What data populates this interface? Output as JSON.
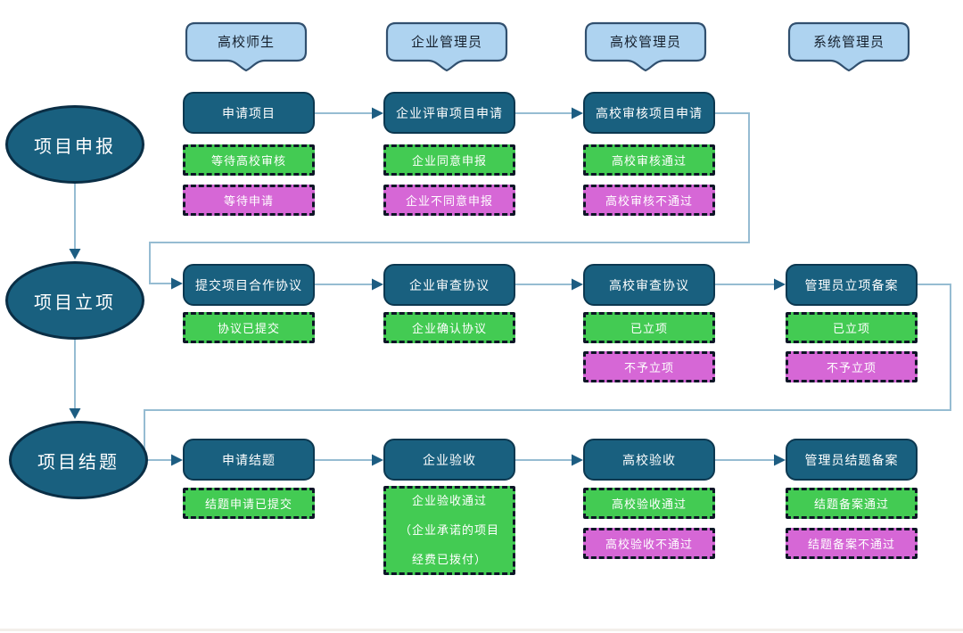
{
  "colors": {
    "process_fill": "#19607f",
    "process_border": "#0c3850",
    "ellipse_border": "#0a2e45",
    "header_fill": "#aed3f0",
    "header_border": "#31506f",
    "status_pass": "#43cb53",
    "status_fail": "#d667d6",
    "status_border": "#0d1526",
    "connector_line": "#96bcd2",
    "arrowhead": "#1d5d82"
  },
  "lanes": [
    {
      "label": "高校师生"
    },
    {
      "label": "企业管理员"
    },
    {
      "label": "高校管理员"
    },
    {
      "label": "系统管理员"
    }
  ],
  "phases": [
    {
      "label": "项目申报"
    },
    {
      "label": "项目立项"
    },
    {
      "label": "项目结题"
    }
  ],
  "rows": [
    {
      "steps": [
        {
          "title": "申请项目",
          "statuses": [
            {
              "type": "green",
              "label": "等待高校审核"
            },
            {
              "type": "magenta",
              "label": "等待申请"
            }
          ]
        },
        {
          "title": "企业评审项目申请",
          "statuses": [
            {
              "type": "green",
              "label": "企业同意申报"
            },
            {
              "type": "magenta",
              "label": "企业不同意申报"
            }
          ]
        },
        {
          "title": "高校审核项目申请",
          "statuses": [
            {
              "type": "green",
              "label": "高校审核通过"
            },
            {
              "type": "magenta",
              "label": "高校审核不通过"
            }
          ]
        }
      ]
    },
    {
      "steps": [
        {
          "title": "提交项目合作协议",
          "statuses": [
            {
              "type": "green",
              "label": "协议已提交"
            }
          ]
        },
        {
          "title": "企业审查协议",
          "statuses": [
            {
              "type": "green",
              "label": "企业确认协议"
            }
          ]
        },
        {
          "title": "高校审查协议",
          "statuses": [
            {
              "type": "green",
              "label": "已立项"
            },
            {
              "type": "magenta",
              "label": "不予立项"
            }
          ]
        },
        {
          "title": "管理员立项备案",
          "statuses": [
            {
              "type": "green",
              "label": "已立项"
            },
            {
              "type": "magenta",
              "label": "不予立项"
            }
          ]
        }
      ]
    },
    {
      "steps": [
        {
          "title": "申请结题",
          "statuses": [
            {
              "type": "green",
              "label": "结题申请已提交"
            }
          ]
        },
        {
          "title": "企业验收",
          "statuses": [
            {
              "type": "green",
              "lines": [
                "企业验收通过",
                "（企业承诺的项目",
                "经费已拨付）"
              ]
            }
          ]
        },
        {
          "title": "高校验收",
          "statuses": [
            {
              "type": "green",
              "label": "高校验收通过"
            },
            {
              "type": "magenta",
              "label": "高校验收不通过"
            }
          ]
        },
        {
          "title": "管理员结题备案",
          "statuses": [
            {
              "type": "green",
              "label": "结题备案通过"
            },
            {
              "type": "magenta",
              "label": "结题备案不通过"
            }
          ]
        }
      ]
    }
  ]
}
